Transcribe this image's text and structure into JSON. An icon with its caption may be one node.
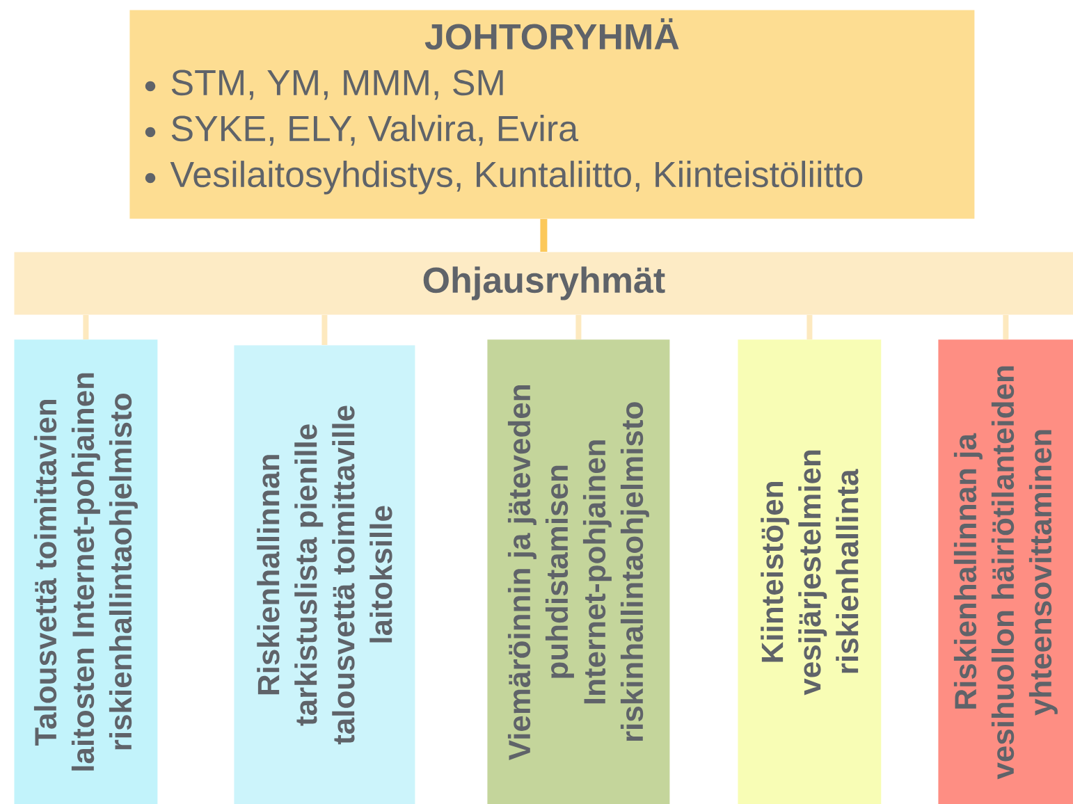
{
  "diagram": {
    "nodes": [
      {
        "text": [
          "JOHTORYHMÄ",
          "STM, YM, MMM, SM",
          "SYKE, ELY, Valvira, Evira",
          "Vesilaitosyhdistys, Kuntaliitto, Kiinteistöliitto"
        ]
      },
      {
        "text": [
          "Ohjausryhmät"
        ]
      },
      {
        "text": [
          "Talousvettä toimittavien laitosten Internet-pohjainen riskienhallintaohjelmisto"
        ]
      },
      {
        "text": [
          "Riskienhallinnan tarkistuslista pienille talousvettä toimittaville laitoksille"
        ]
      },
      {
        "text": [
          "Viemäröinnin ja jäteveden puhdistamisen Internet-pohjainen riskinhallintaohjelmisto"
        ]
      },
      {
        "text": [
          "Kiinteistöjen vesijärjestelmien riskienhallinta"
        ]
      },
      {
        "text": [
          "Riskienhallinnan ja vesihuollon häiriötilanteiden yhteensovittaminen"
        ]
      }
    ],
    "edges": [
      {
        "from": 0,
        "to": 1,
        "arrow": "none",
        "color": "#fcc85a"
      },
      {
        "from": 1,
        "to": 2,
        "arrow": "none"
      },
      {
        "from": 1,
        "to": 3,
        "arrow": "none"
      },
      {
        "from": 1,
        "to": 4,
        "arrow": "none"
      },
      {
        "from": 1,
        "to": 5,
        "arrow": "none"
      },
      {
        "from": 1,
        "to": 6,
        "arrow": "none"
      }
    ]
  }
}
